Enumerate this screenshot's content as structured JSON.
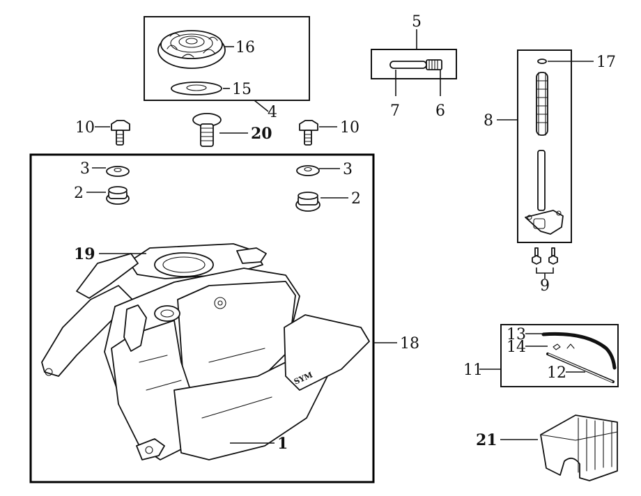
{
  "callouts": {
    "c1": "1",
    "c2a": "2",
    "c2b": "2",
    "c3a": "3",
    "c3b": "3",
    "c4": "4",
    "c5": "5",
    "c6": "6",
    "c7": "7",
    "c8": "8",
    "c9": "9",
    "c10a": "10",
    "c10b": "10",
    "c11": "11",
    "c12": "12",
    "c13": "13",
    "c14": "14",
    "c15": "15",
    "c16": "16",
    "c17": "17",
    "c18": "18",
    "c19": "19",
    "c20": "20",
    "c21": "21"
  },
  "tank_decal": "SYM"
}
